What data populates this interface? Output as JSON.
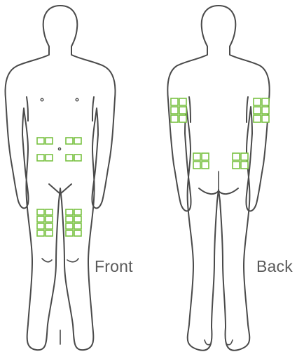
{
  "labels": {
    "front": "Front",
    "back": "Back"
  },
  "colors": {
    "outline": "#4a4a4a",
    "site": "#7ac143",
    "background": "#ffffff"
  },
  "figures": [
    {
      "id": "front",
      "view": "front",
      "injection_sites": [
        "abdomen-upper-left",
        "abdomen-upper-right",
        "abdomen-lower-left",
        "abdomen-lower-right",
        "thigh-left",
        "thigh-right"
      ]
    },
    {
      "id": "back",
      "view": "back",
      "injection_sites": [
        "upper-arm-left",
        "upper-arm-right",
        "buttock-left",
        "buttock-right"
      ]
    }
  ]
}
